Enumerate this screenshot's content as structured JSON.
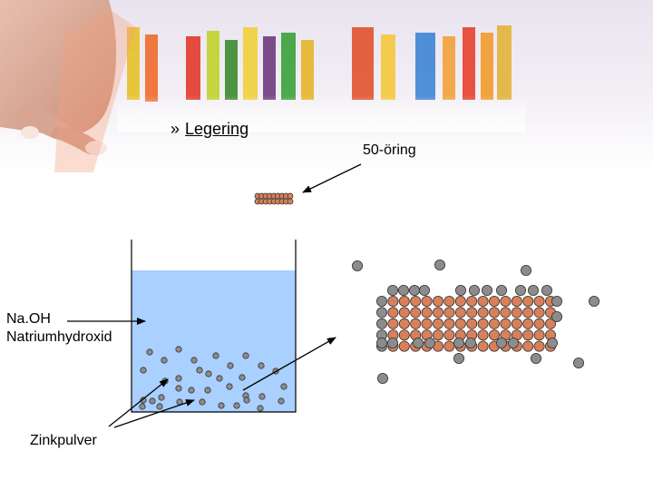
{
  "nav": {
    "bullet": "»",
    "label": "Legering"
  },
  "labels": {
    "coin": "50-öring",
    "naoh_formula": "Na.OH",
    "naoh_name": "Natriumhydroxid",
    "zinc": "Zinkpulver"
  },
  "colors": {
    "copper": "#d9805a",
    "zinc": "#8c8c8c",
    "liquid": "#a9d0ff",
    "arrow": "#000000"
  },
  "icons": [
    "test-tubes-photo",
    "hand-holding-tube"
  ]
}
